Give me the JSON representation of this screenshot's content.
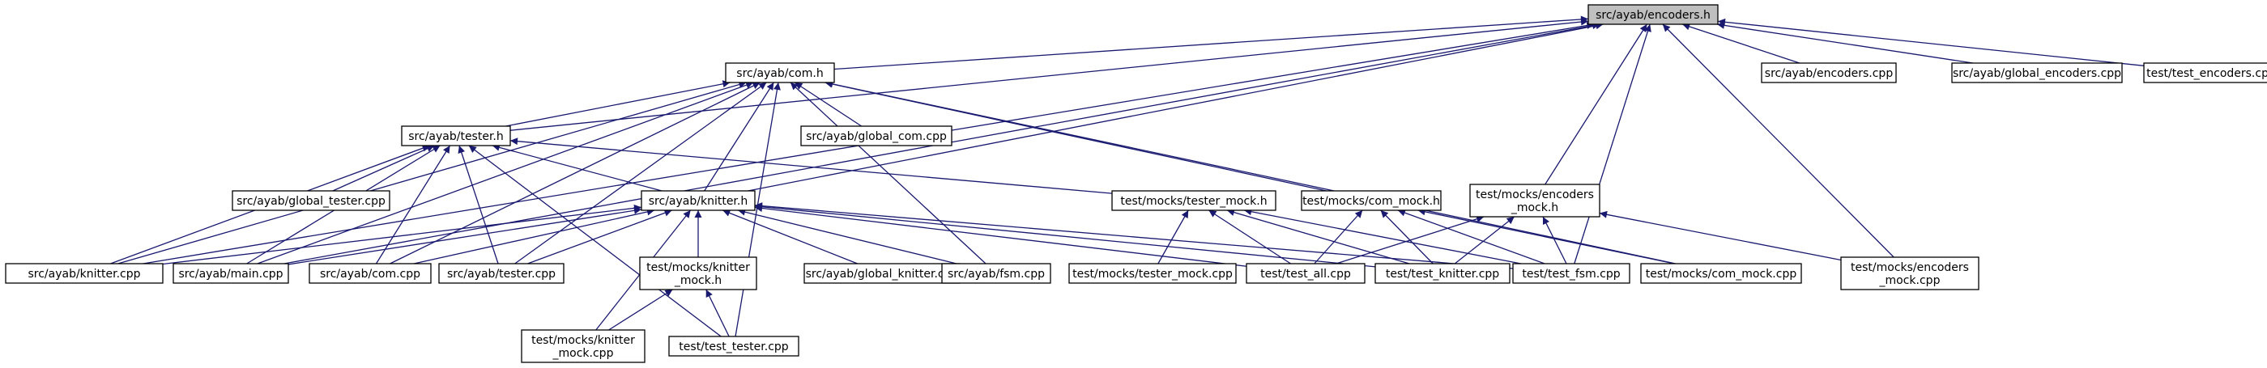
{
  "graph": {
    "title": "",
    "colors": {
      "edge": "#191970",
      "node_border": "#000000",
      "root_fill": "#bfbfbf",
      "node_fill": "#ffffff"
    },
    "nodes": [
      {
        "id": "encoders_h",
        "lines": [
          "src/ayab/encoders.h"
        ],
        "root": true
      },
      {
        "id": "com_h",
        "lines": [
          "src/ayab/com.h"
        ]
      },
      {
        "id": "encoders_cpp",
        "lines": [
          "src/ayab/encoders.cpp"
        ]
      },
      {
        "id": "global_encoders_cpp",
        "lines": [
          "src/ayab/global_encoders.cpp"
        ]
      },
      {
        "id": "test_encoders_cpp",
        "lines": [
          "test/test_encoders.cpp"
        ]
      },
      {
        "id": "tester_h",
        "lines": [
          "src/ayab/tester.h"
        ]
      },
      {
        "id": "global_com_cpp",
        "lines": [
          "src/ayab/global_com.cpp"
        ]
      },
      {
        "id": "global_tester_cpp",
        "lines": [
          "src/ayab/global_tester.cpp"
        ]
      },
      {
        "id": "tester_mock_h",
        "lines": [
          "test/mocks/tester_mock.h"
        ]
      },
      {
        "id": "com_mock_h",
        "lines": [
          "test/mocks/com_mock.h"
        ]
      },
      {
        "id": "encoders_mock_h",
        "lines": [
          "test/mocks/encoders",
          "_mock.h"
        ]
      },
      {
        "id": "knitter_h",
        "lines": [
          "src/ayab/knitter.h"
        ]
      },
      {
        "id": "knitter_cpp",
        "lines": [
          "src/ayab/knitter.cpp"
        ]
      },
      {
        "id": "main_cpp",
        "lines": [
          "src/ayab/main.cpp"
        ]
      },
      {
        "id": "com_cpp",
        "lines": [
          "src/ayab/com.cpp"
        ]
      },
      {
        "id": "tester_cpp",
        "lines": [
          "src/ayab/tester.cpp"
        ]
      },
      {
        "id": "knitter_mock_h",
        "lines": [
          "test/mocks/knitter",
          "_mock.h"
        ]
      },
      {
        "id": "global_knitter_cpp",
        "lines": [
          "src/ayab/global_knitter.cpp"
        ]
      },
      {
        "id": "fsm_cpp",
        "lines": [
          "src/ayab/fsm.cpp"
        ]
      },
      {
        "id": "tester_mock_cpp",
        "lines": [
          "test/mocks/tester_mock.cpp"
        ]
      },
      {
        "id": "test_all_cpp",
        "lines": [
          "test/test_all.cpp"
        ]
      },
      {
        "id": "test_knitter_cpp",
        "lines": [
          "test/test_knitter.cpp"
        ]
      },
      {
        "id": "test_fsm_cpp",
        "lines": [
          "test/test_fsm.cpp"
        ]
      },
      {
        "id": "com_mock_cpp",
        "lines": [
          "test/mocks/com_mock.cpp"
        ]
      },
      {
        "id": "encoders_mock_cpp",
        "lines": [
          "test/mocks/encoders",
          "_mock.cpp"
        ]
      },
      {
        "id": "knitter_mock_cpp",
        "lines": [
          "test/mocks/knitter",
          "_mock.cpp"
        ]
      },
      {
        "id": "test_tester_cpp",
        "lines": [
          "test/test_tester.cpp"
        ]
      }
    ],
    "edges": [
      [
        "encoders_h",
        "com_h"
      ],
      [
        "encoders_h",
        "encoders_cpp"
      ],
      [
        "encoders_h",
        "global_encoders_cpp"
      ],
      [
        "encoders_h",
        "test_encoders_cpp"
      ],
      [
        "encoders_h",
        "tester_h"
      ],
      [
        "encoders_h",
        "knitter_h"
      ],
      [
        "encoders_h",
        "knitter_cpp"
      ],
      [
        "encoders_h",
        "main_cpp"
      ],
      [
        "encoders_h",
        "encoders_mock_h"
      ],
      [
        "encoders_h",
        "test_fsm_cpp"
      ],
      [
        "encoders_h",
        "encoders_mock_cpp"
      ],
      [
        "com_h",
        "tester_h"
      ],
      [
        "com_h",
        "global_com_cpp"
      ],
      [
        "com_h",
        "knitter_h"
      ],
      [
        "com_h",
        "knitter_cpp"
      ],
      [
        "com_h",
        "main_cpp"
      ],
      [
        "com_h",
        "com_cpp"
      ],
      [
        "com_h",
        "tester_cpp"
      ],
      [
        "com_h",
        "fsm_cpp"
      ],
      [
        "com_h",
        "com_mock_h"
      ],
      [
        "com_h",
        "com_mock_cpp"
      ],
      [
        "com_h",
        "test_tester_cpp"
      ],
      [
        "tester_h",
        "global_tester_cpp"
      ],
      [
        "tester_h",
        "knitter_h"
      ],
      [
        "tester_h",
        "tester_mock_h"
      ],
      [
        "tester_h",
        "knitter_cpp"
      ],
      [
        "tester_h",
        "main_cpp"
      ],
      [
        "tester_h",
        "com_cpp"
      ],
      [
        "tester_h",
        "tester_cpp"
      ],
      [
        "tester_h",
        "test_tester_cpp"
      ],
      [
        "knitter_h",
        "knitter_cpp"
      ],
      [
        "knitter_h",
        "main_cpp"
      ],
      [
        "knitter_h",
        "com_cpp"
      ],
      [
        "knitter_h",
        "tester_cpp"
      ],
      [
        "knitter_h",
        "knitter_mock_h"
      ],
      [
        "knitter_h",
        "global_knitter_cpp"
      ],
      [
        "knitter_h",
        "fsm_cpp"
      ],
      [
        "knitter_h",
        "test_all_cpp"
      ],
      [
        "knitter_h",
        "test_knitter_cpp"
      ],
      [
        "knitter_h",
        "test_fsm_cpp"
      ],
      [
        "knitter_h",
        "knitter_mock_cpp"
      ],
      [
        "tester_mock_h",
        "tester_mock_cpp"
      ],
      [
        "tester_mock_h",
        "test_all_cpp"
      ],
      [
        "tester_mock_h",
        "test_knitter_cpp"
      ],
      [
        "tester_mock_h",
        "test_fsm_cpp"
      ],
      [
        "com_mock_h",
        "test_all_cpp"
      ],
      [
        "com_mock_h",
        "test_knitter_cpp"
      ],
      [
        "com_mock_h",
        "test_fsm_cpp"
      ],
      [
        "com_mock_h",
        "com_mock_cpp"
      ],
      [
        "encoders_mock_h",
        "test_all_cpp"
      ],
      [
        "encoders_mock_h",
        "test_knitter_cpp"
      ],
      [
        "encoders_mock_h",
        "test_fsm_cpp"
      ],
      [
        "encoders_mock_h",
        "encoders_mock_cpp"
      ],
      [
        "knitter_mock_h",
        "knitter_mock_cpp"
      ],
      [
        "knitter_mock_h",
        "test_tester_cpp"
      ]
    ]
  }
}
